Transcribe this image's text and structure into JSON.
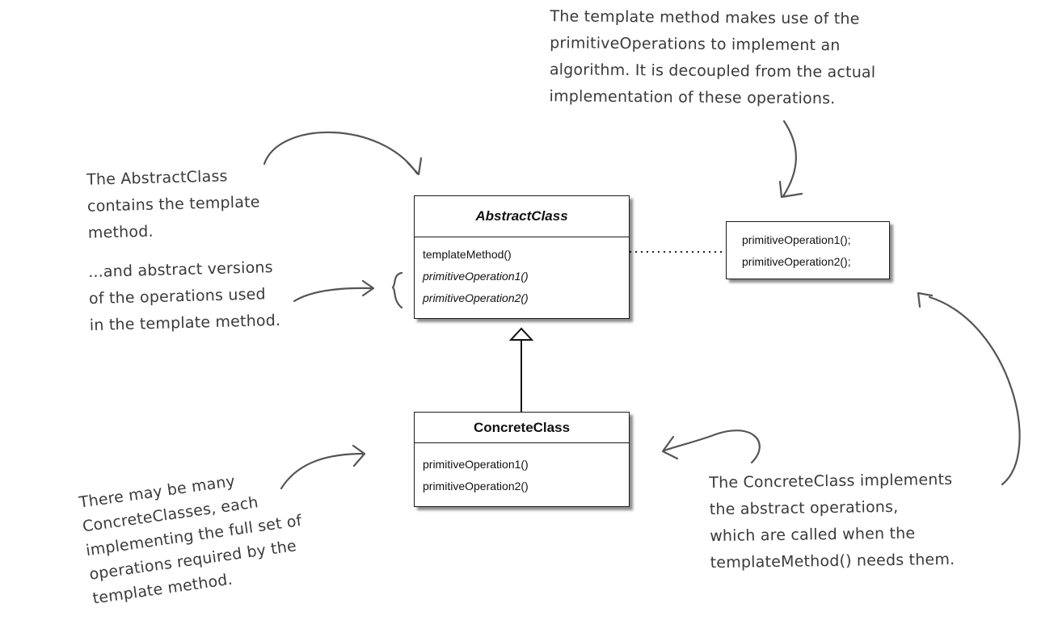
{
  "abstract_class": {
    "name": "AbstractClass",
    "methods": [
      "templateMethod()",
      "primitiveOperation1()",
      "primitiveOperation2()"
    ]
  },
  "concrete_class": {
    "name": "ConcreteClass",
    "methods": [
      "primitiveOperation1()",
      "primitiveOperation2()"
    ]
  },
  "template_note": {
    "lines": [
      "primitiveOperation1();",
      "primitiveOperation2();"
    ]
  },
  "annotations": {
    "top_right": [
      "The template method makes use of the",
      "primitiveOperations to implement an",
      "algorithm.  It is decoupled from the actual",
      "implementation of these operations."
    ],
    "left_top": [
      "The AbstractClass",
      "contains the template",
      "method."
    ],
    "left_middle": [
      "...and abstract versions",
      "of the operations used",
      "in the template method."
    ],
    "bottom_left": [
      "There may be many",
      "ConcreteClasses, each",
      "implementing the full set of",
      "operations required by the",
      "template method."
    ],
    "bottom_right": [
      "The ConcreteClass implements",
      "the abstract operations,",
      "which are called when the",
      "templateMethod() needs them."
    ]
  }
}
